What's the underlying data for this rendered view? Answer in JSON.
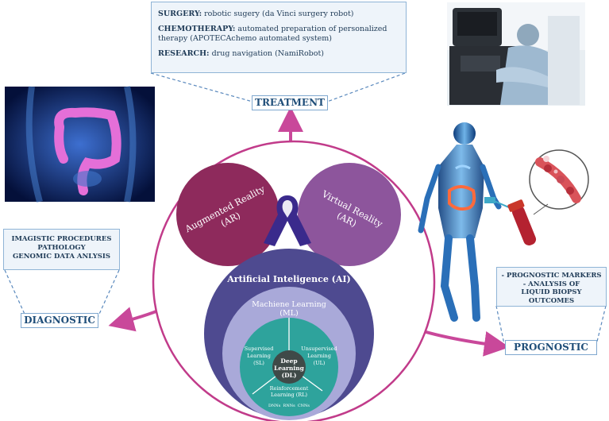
{
  "treatment": {
    "label": "TREATMENT",
    "items": [
      {
        "key": "SURGERY:",
        "text": " robotic sugery (da Vinci surgery robot)"
      },
      {
        "key": "CHEMOTHERAPY:",
        "text": " automated preparation of personalized therapy (APOTECAchemo automated system)"
      },
      {
        "key": "RESEARCH:",
        "text": " drug navigation (NamiRobot)"
      }
    ]
  },
  "diagnostic": {
    "label": "DIAGNOSTIC",
    "lines": [
      "IMAGISTIC PROCEDURES",
      "PATHOLOGY",
      "GENOMIC DATA ANLYSIS"
    ]
  },
  "prognostic": {
    "label": "PROGNOSTIC",
    "lines": [
      "- PROGNOSTIC MARKERS",
      "- ANALYSIS OF",
      "LIQUID BIOPSY",
      "OUTCOMES"
    ]
  },
  "center": {
    "ar_title": "Augmented Reality",
    "ar_abbr": "(AR)",
    "vr_title": "Virtual Reality",
    "vr_abbr": "(AR)",
    "ai": "Artificial Inteligence (AI)",
    "ml_title": "Machiene Learning",
    "ml_abbr": "(ML)",
    "sl_line1": "Supervised",
    "sl_line2": "Learning",
    "sl_line3": "(SL)",
    "ul_line1": "Unsupervised",
    "ul_line2": "Learning",
    "ul_line3": "(UL)",
    "dl_line1": "Deep",
    "dl_line2": "Learning",
    "dl_line3": "(DL)",
    "rl_line1": "Reinforcement",
    "rl_line2": "Learning (RL)",
    "nets": "DNNs  RNNs  CNNs"
  },
  "colors": {
    "ring": "#c13b8a",
    "arrow": "#c9489a",
    "ar": "#8e2a5c",
    "vr": "#8d559c",
    "ai": "#4e4a90",
    "ml": "#a9a9d9",
    "sub": "#2ea39c",
    "dl": "#3f4a48",
    "ribbon": "#3a2a8c"
  },
  "icons": [
    "surgery-robot-photo",
    "colon-xray-image",
    "body-xray-figure",
    "blood-cell-circle",
    "blood-tube-icon",
    "awareness-ribbon-icon"
  ]
}
